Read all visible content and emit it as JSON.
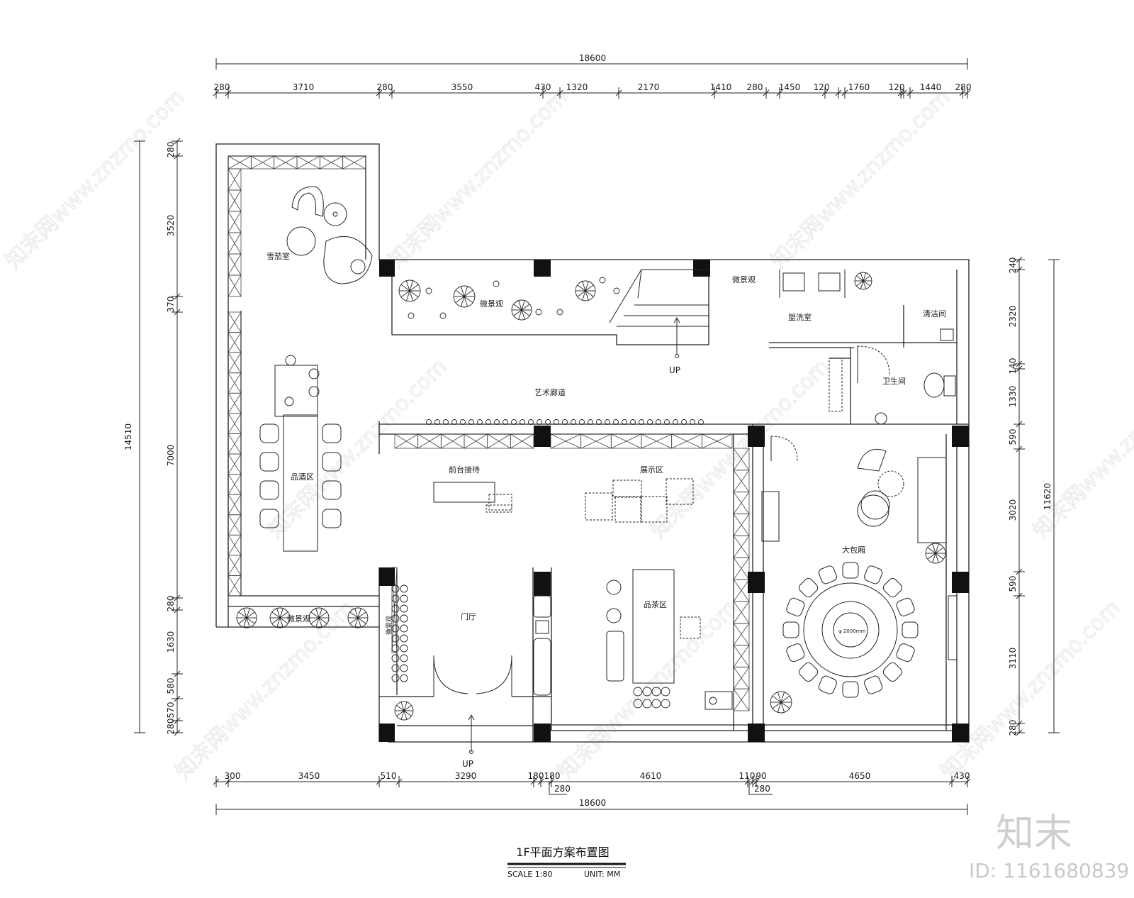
{
  "drawing": {
    "title": "1F平面方案布置图",
    "scale": "SCALE  1:80",
    "unit": "UNIT: MM"
  },
  "dimensions": {
    "top_total": "18600",
    "top_segments": [
      "280",
      "3710",
      "280",
      "3550",
      "430",
      "1320",
      "2170",
      "1410",
      "280",
      "1450",
      "120",
      "1760",
      "120",
      "1440",
      "280"
    ],
    "bottom_total": "18600",
    "bottom_segments": [
      "300",
      "3450",
      "510",
      "3290",
      "180",
      "180",
      "4610",
      "110",
      "90",
      "4650",
      "430"
    ],
    "bottom_sub": [
      "280",
      "280"
    ],
    "left_total": "14510",
    "left_segments": [
      "280",
      "3520",
      "370",
      "7000",
      "280",
      "1630",
      "580",
      "570",
      "280"
    ],
    "right_total": "11620",
    "right_segments": [
      "240",
      "2320",
      "140",
      "1330",
      "590",
      "3020",
      "590",
      "3110",
      "280"
    ]
  },
  "rooms": {
    "cigar": "雪茄室",
    "landscape1": "微景观",
    "landscape2": "微景观",
    "landscape3": "微景观",
    "landscape4": "微景观",
    "corridor": "艺术廊道",
    "wash": "盥洗室",
    "cleaning": "清洁间",
    "toilet": "卫生间",
    "wine": "品酒区",
    "reception": "前台接待",
    "display": "展示区",
    "vip": "大包厢",
    "tea": "品茶区",
    "lobby": "门厅",
    "table_dia": "φ 2000mm"
  },
  "markers": {
    "up_stair": "UP",
    "up_entry": "UP"
  },
  "watermark": {
    "site": "知末网www.znzmo.com",
    "logo": "知末",
    "id": "ID: 1161680839"
  }
}
